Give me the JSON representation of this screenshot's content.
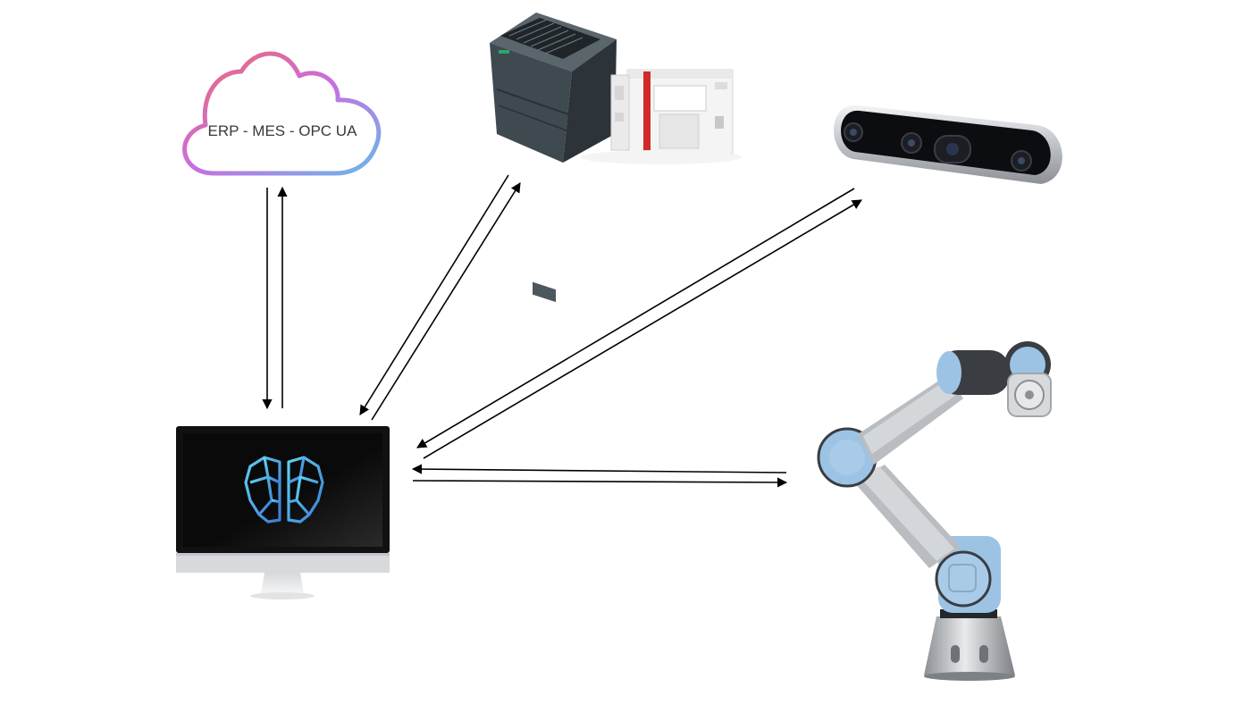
{
  "cloud": {
    "label": "ERP - MES - OPC UA",
    "gradient": [
      "#f06a6a",
      "#c86ee0",
      "#6ab8ea"
    ]
  },
  "nodes": {
    "cloud": {
      "icon": "cloud-icon"
    },
    "plc": {
      "icon": "plc-icon"
    },
    "camera": {
      "icon": "depth-camera-icon"
    },
    "robot": {
      "icon": "robot-arm-icon"
    },
    "computer": {
      "icon": "monitor-icon",
      "logo": "brain-logo-icon",
      "logo_colors": [
        "#5fd3f3",
        "#3a7bd5"
      ]
    }
  },
  "connections": [
    {
      "from": "computer",
      "to": "cloud",
      "bidirectional": true
    },
    {
      "from": "computer",
      "to": "plc",
      "bidirectional": true
    },
    {
      "from": "computer",
      "to": "camera",
      "bidirectional": true
    },
    {
      "from": "computer",
      "to": "robot",
      "bidirectional": true
    }
  ],
  "colors": {
    "arrow": "#000000",
    "robot_blue": "#9cc3e4",
    "robot_grey": "#b9bcc0",
    "plc_dark": "#3f4950",
    "plc_red": "#d12a2a"
  }
}
